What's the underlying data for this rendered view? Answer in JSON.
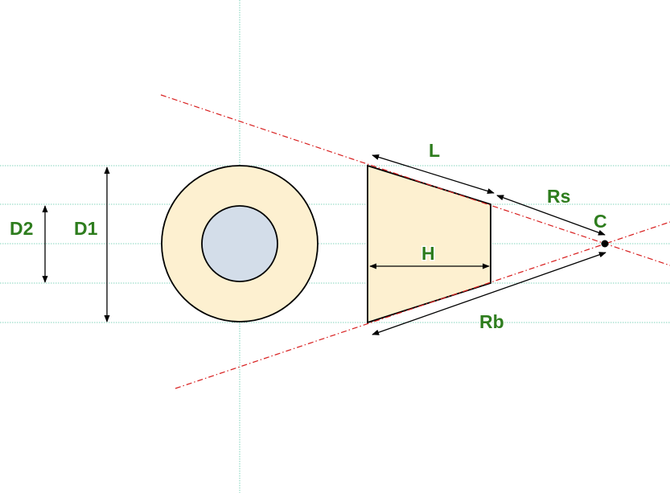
{
  "labels": {
    "d2": "D2",
    "d1": "D1",
    "l": "L",
    "rs": "Rs",
    "c": "C",
    "h": "H",
    "rb": "Rb"
  },
  "colors": {
    "guide_line": "#5cc8a8",
    "construction_line": "#d82020",
    "fill_body": "#fdf0d0",
    "fill_hole": "#d3dde9",
    "outline": "#000000",
    "label_text": "#2e7d1e"
  }
}
